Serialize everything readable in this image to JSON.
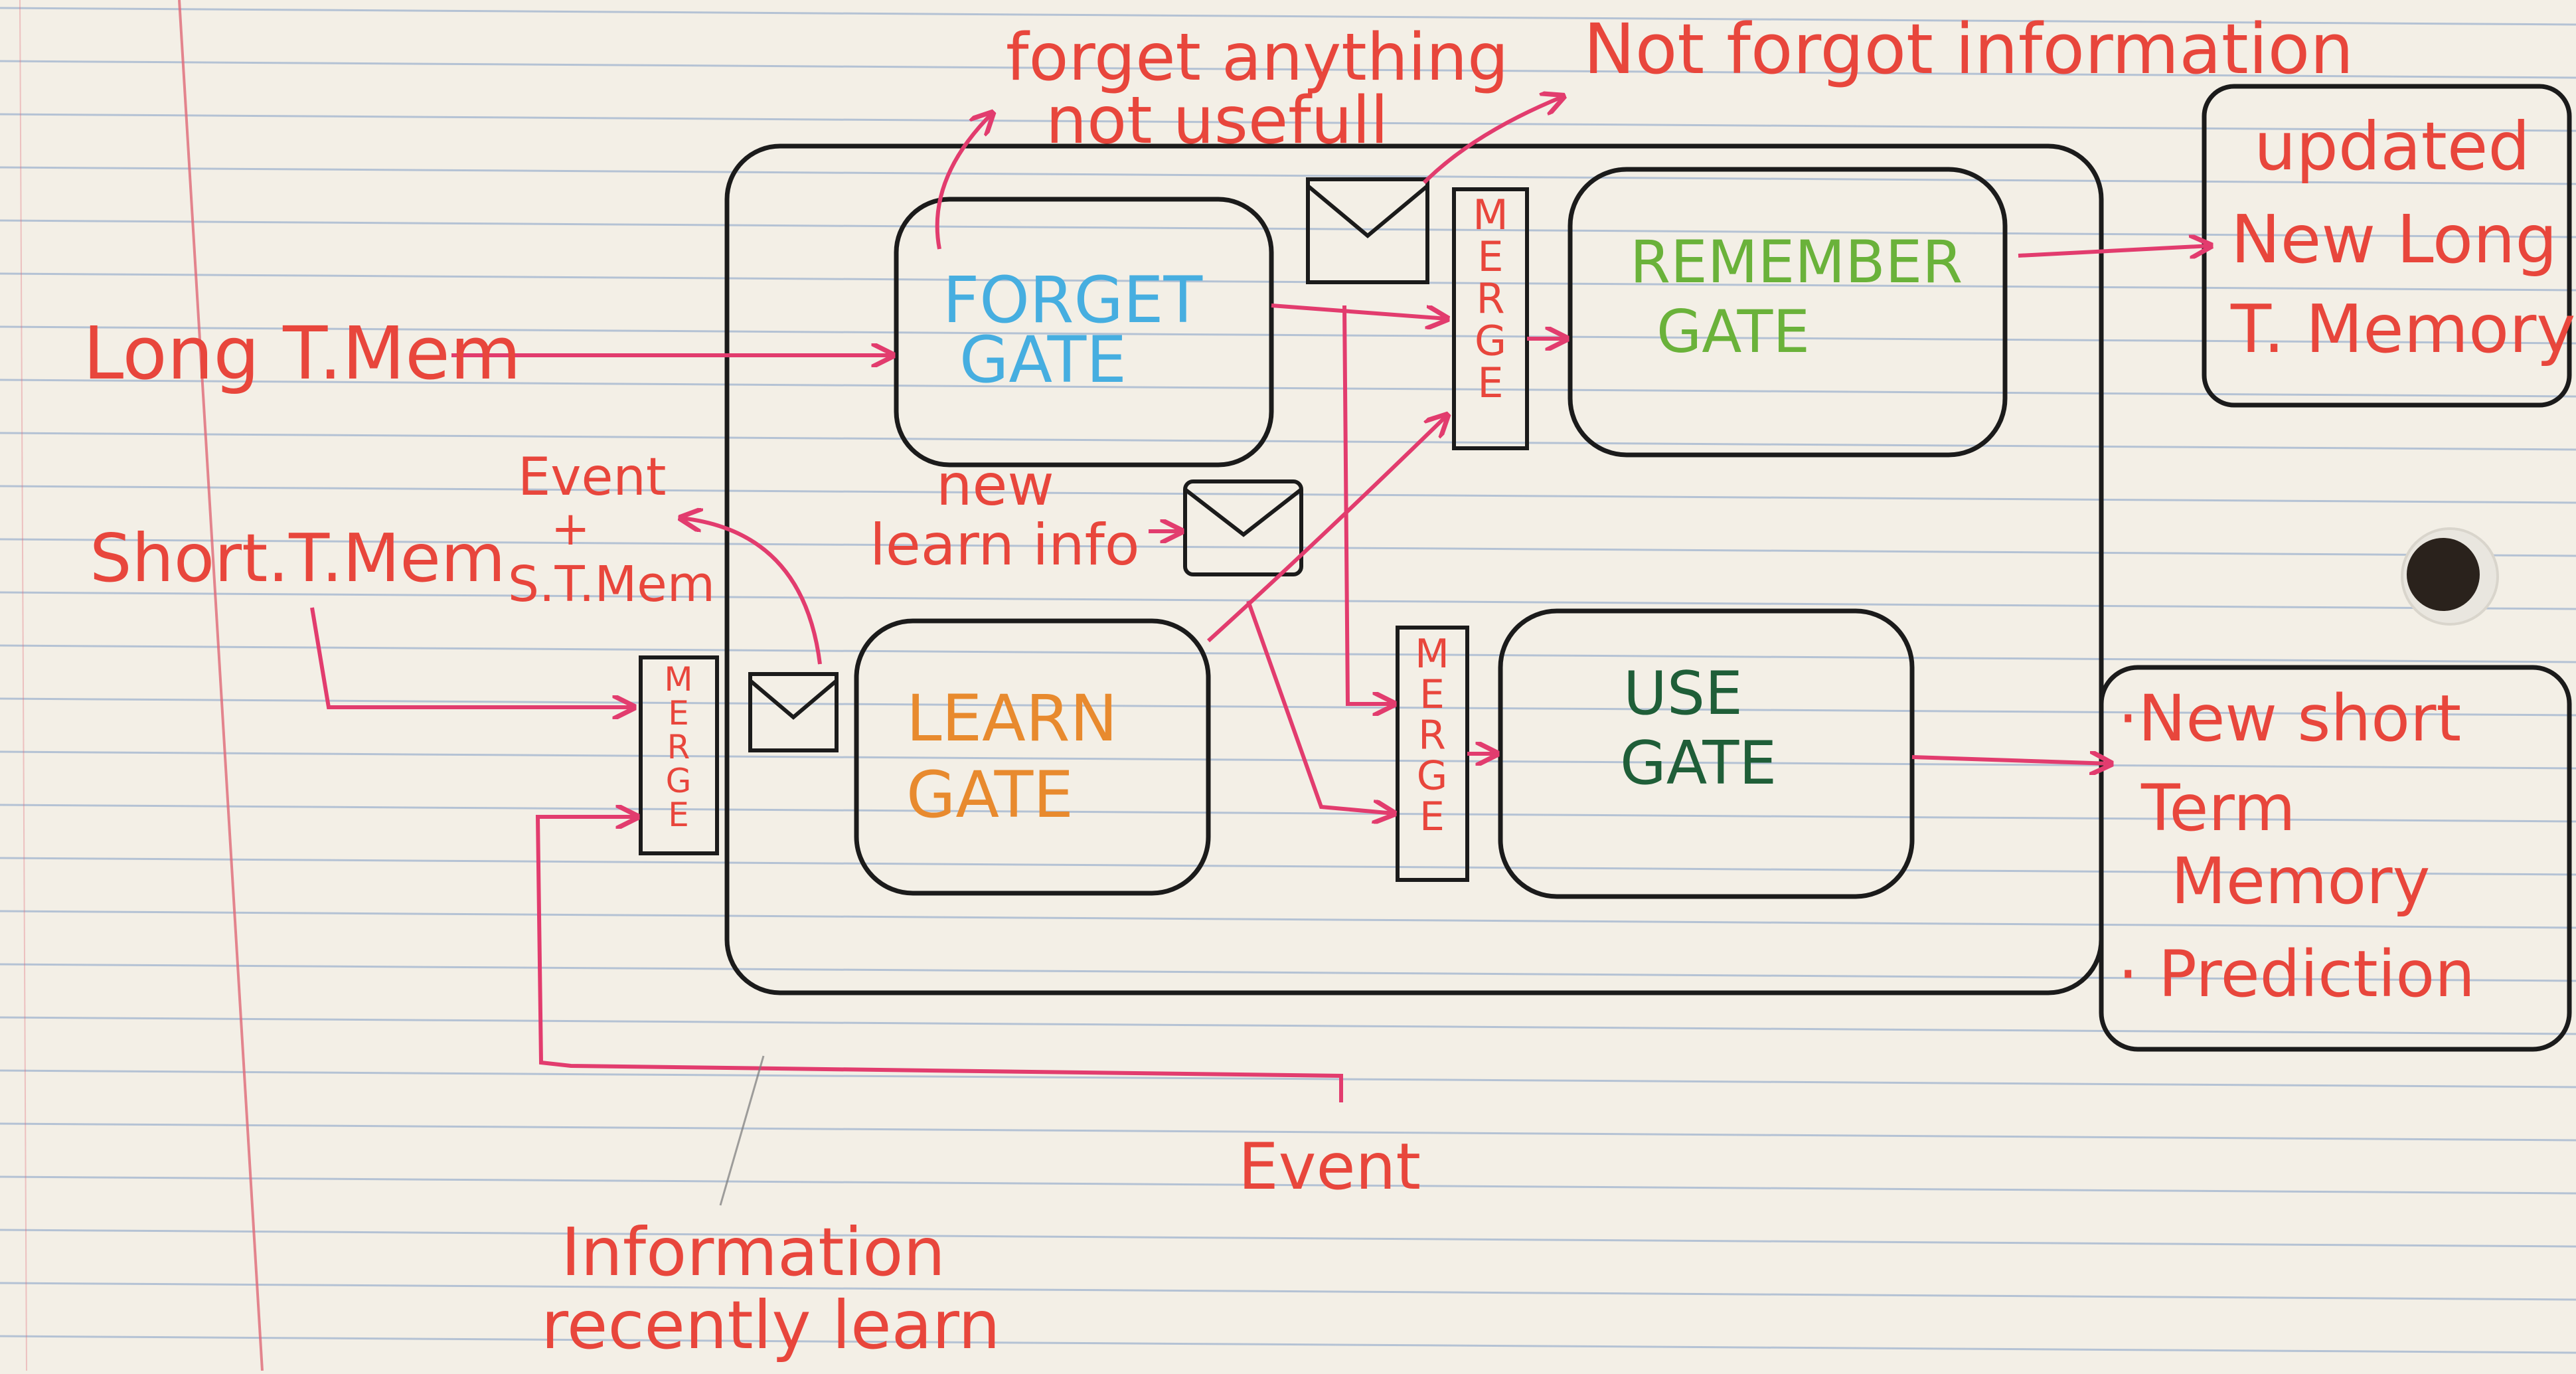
{
  "colors": {
    "paper": "#f3efe6",
    "rule_line": "#9fb3cf",
    "margin_line": "#e06a78",
    "ink_black": "#1b1b1b",
    "ink_red": "#e8463c",
    "arrow_pink": "#e23c6e",
    "forget_gate": "#46aee0",
    "remember_gate": "#6ab23a",
    "learn_gate": "#e88a2e",
    "use_gate": "#1f5e38"
  },
  "gates": {
    "forget": {
      "line1": "FORGET",
      "line2": "GATE"
    },
    "remember": {
      "line1": "REMEMBER",
      "line2": "GATE"
    },
    "learn": {
      "line1": "LEARN",
      "line2": "GATE"
    },
    "use": {
      "line1": "USE",
      "line2": "GATE"
    }
  },
  "merge_label": "MERGE",
  "envelope_icon": "envelope-icon",
  "labels": {
    "long_term_memory": "Long T.Mem",
    "short_term_memory": "Short.T.Mem",
    "event_plus_stm": {
      "line1": "Event",
      "line2": "+",
      "line3": "S.T.Mem"
    },
    "new_learn_info": {
      "line1": "new",
      "line2": "learn info"
    },
    "forget_not_useful": {
      "line1": "forget anything",
      "line2": "not usefull"
    },
    "not_forgot_info": "Not forgot information",
    "event": "Event",
    "info_recently_learn": {
      "line1": "Information",
      "line2": "recently learn"
    }
  },
  "outputs": {
    "long_term": {
      "line1": "updated",
      "line2": "New Long",
      "line3": "T. Memory"
    },
    "short_term": {
      "line1": "·New short",
      "line2": "Term",
      "line3": "Memory",
      "line4": "· Prediction"
    }
  }
}
